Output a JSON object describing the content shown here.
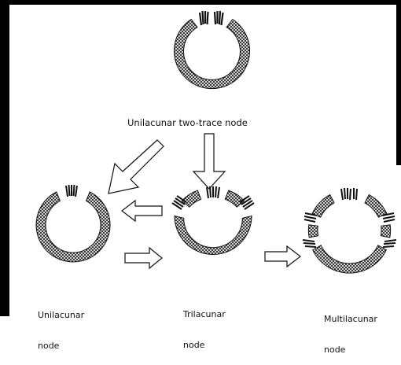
{
  "labels": {
    "top": "Unilacunar two-trace node",
    "unilacunar": [
      "Unilacunar",
      "node"
    ],
    "trilacunar": [
      "Trilacunar",
      "node"
    ],
    "multilacunar": [
      "Multilacunar",
      "node"
    ]
  },
  "colors": {
    "ink": "#111111",
    "background": "#ffffff",
    "border": "#000000"
  }
}
